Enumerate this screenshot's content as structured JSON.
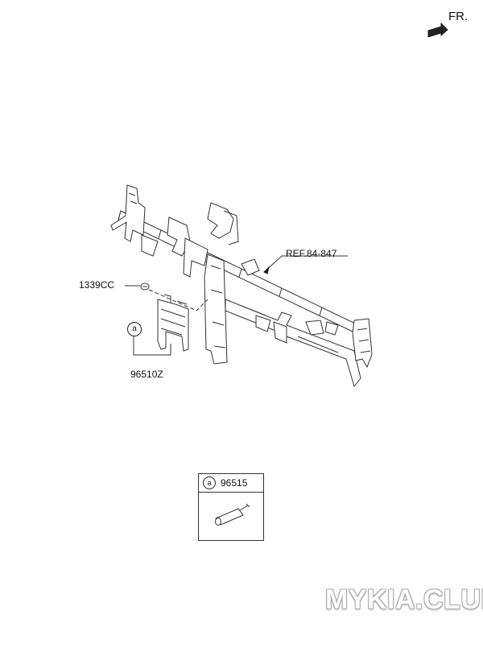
{
  "direction": {
    "label": "FR."
  },
  "reference": {
    "label": "REF.84-847"
  },
  "parts": {
    "bolt": {
      "code": "1339CC"
    },
    "module": {
      "code": "96510Z",
      "ref_letter": "a"
    }
  },
  "legend": {
    "letter": "a",
    "code": "96515"
  },
  "watermark": {
    "text": "MYKIA.CLUB"
  },
  "colors": {
    "line": "#333333",
    "fill": "#ffffff",
    "watermark_outline": "#a9a9a9"
  }
}
